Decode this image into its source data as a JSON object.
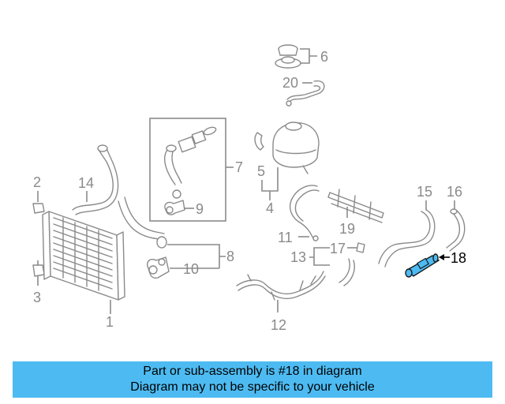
{
  "diagram": {
    "callouts": [
      "1",
      "2",
      "3",
      "4",
      "5",
      "6",
      "7",
      "8",
      "9",
      "10",
      "11",
      "12",
      "13",
      "14",
      "15",
      "16",
      "17",
      "18",
      "19",
      "20"
    ],
    "highlighted": "18",
    "highlight_color": "#4dbbf2"
  },
  "banner": {
    "line1": "Part or sub-assembly is #18 in diagram",
    "line2": "Diagram may not be specific to your vehicle",
    "background": "#4dbbf2"
  }
}
